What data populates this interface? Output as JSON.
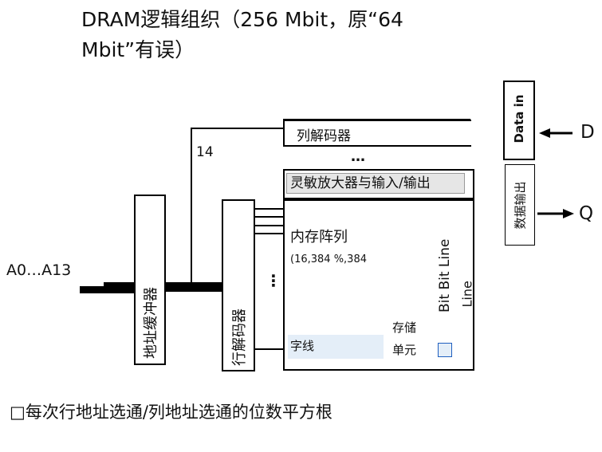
{
  "title": "DRAM逻辑组织（256 Mbit，原“64 Mbit”有误）",
  "column_decoder": "列解码器",
  "ellipsis_column": "…",
  "sense_amp": "灵敏放大器与输入/输出",
  "data_in": "Data in",
  "data_out": "数据输出",
  "pin_d": "D",
  "pin_q": "Q",
  "bus_width": "14",
  "address_input": "A0…A13",
  "address_buffer": "地址缓冲器",
  "row_decoder": "行解码器",
  "ellipsis_row": "⋮",
  "array_title": "内存阵列",
  "array_size": "(16,384 %,384",
  "bit_line_a": "Bit Bit Line",
  "bit_line_b": "Bit",
  "bit_line_c": "Line",
  "word_line": "字线",
  "storage_cell_line1": "存储",
  "storage_cell_line2": "单元",
  "note": "□每次行地址选通/列地址选通的位数平方根",
  "colors": {
    "bit_line": "#1f5fbf",
    "word_line_fill": "#e4eef8",
    "sense_amp_fill": "#e6e6e6"
  }
}
